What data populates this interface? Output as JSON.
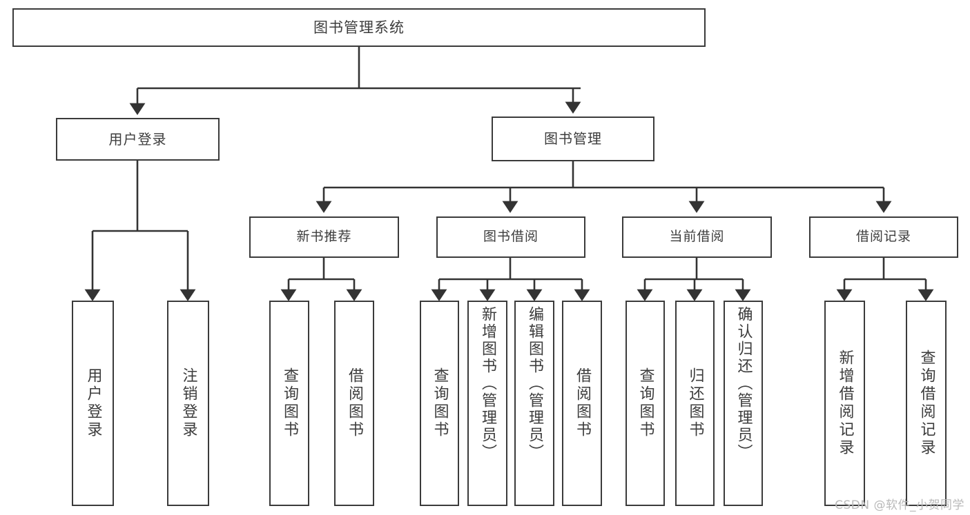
{
  "diagram": {
    "title": "图书管理系统",
    "type": "tree",
    "orientation": "top-down",
    "colors": {
      "box_border": "#3a3a3a",
      "box_fill": "#ffffff",
      "text": "#3c3c3c",
      "connector": "#333333",
      "watermark": "#b9b9b9",
      "background": "#ffffff"
    }
  },
  "watermark": {
    "text": "CSDN @软件_小贺同学"
  },
  "nodes": {
    "root": {
      "label": "图书管理系统"
    },
    "level2": [
      {
        "id": "user-login",
        "label": "用户登录"
      },
      {
        "id": "book-management",
        "label": "图书管理"
      }
    ],
    "level3": [
      {
        "id": "new-book-recommend",
        "label": "新书推荐"
      },
      {
        "id": "book-borrow",
        "label": "图书借阅"
      },
      {
        "id": "current-borrow",
        "label": "当前借阅"
      },
      {
        "id": "borrow-record",
        "label": "借阅记录"
      }
    ],
    "leaves": {
      "user-login": [
        {
          "id": "leaf-user-login",
          "label": "用户登录"
        },
        {
          "id": "leaf-logout-login",
          "label": "注销登录"
        }
      ],
      "new-book-recommend": [
        {
          "id": "leaf-query-book-1",
          "label": "查询图书"
        },
        {
          "id": "leaf-borrow-book-1",
          "label": "借阅图书"
        }
      ],
      "book-borrow": [
        {
          "id": "leaf-query-book-2",
          "label": "查询图书"
        },
        {
          "id": "leaf-add-book-admin",
          "label": "新增图书（管理员）"
        },
        {
          "id": "leaf-edit-book-admin",
          "label": "编辑图书（管理员）"
        },
        {
          "id": "leaf-borrow-book-2",
          "label": "借阅图书"
        }
      ],
      "current-borrow": [
        {
          "id": "leaf-query-book-3",
          "label": "查询图书"
        },
        {
          "id": "leaf-return-book",
          "label": "归还图书"
        },
        {
          "id": "leaf-confirm-return-admin",
          "label": "确认归还（管理员）"
        }
      ],
      "borrow-record": [
        {
          "id": "leaf-add-borrow-record",
          "label": "新增借阅记录"
        },
        {
          "id": "leaf-query-borrow-record",
          "label": "查询借阅记录"
        }
      ]
    }
  },
  "chart_data": {
    "type": "tree",
    "title": "图书管理系统",
    "edges": [
      {
        "from": "图书管理系统",
        "to": "用户登录"
      },
      {
        "from": "图书管理系统",
        "to": "图书管理"
      },
      {
        "from": "用户登录",
        "to": "用户登录"
      },
      {
        "from": "用户登录",
        "to": "注销登录"
      },
      {
        "from": "图书管理",
        "to": "新书推荐"
      },
      {
        "from": "图书管理",
        "to": "图书借阅"
      },
      {
        "from": "图书管理",
        "to": "当前借阅"
      },
      {
        "from": "图书管理",
        "to": "借阅记录"
      },
      {
        "from": "新书推荐",
        "to": "查询图书"
      },
      {
        "from": "新书推荐",
        "to": "借阅图书"
      },
      {
        "from": "图书借阅",
        "to": "查询图书"
      },
      {
        "from": "图书借阅",
        "to": "新增图书（管理员）"
      },
      {
        "from": "图书借阅",
        "to": "编辑图书（管理员）"
      },
      {
        "from": "图书借阅",
        "to": "借阅图书"
      },
      {
        "from": "当前借阅",
        "to": "查询图书"
      },
      {
        "from": "当前借阅",
        "to": "归还图书"
      },
      {
        "from": "当前借阅",
        "to": "确认归还（管理员）"
      },
      {
        "from": "借阅记录",
        "to": "新增借阅记录"
      },
      {
        "from": "借阅记录",
        "to": "查询借阅记录"
      }
    ],
    "levels": 4
  }
}
